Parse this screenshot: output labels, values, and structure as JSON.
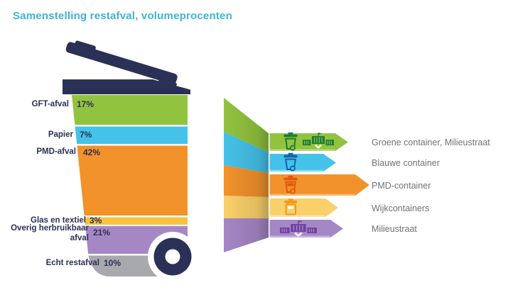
{
  "title": "Samenstelling restafval, volumeprocenten",
  "title_color": "#3cb4d4",
  "bin": {
    "body_color": "#2b3056",
    "segments": [
      {
        "label": "GFT-afval",
        "pct": "17%",
        "color": "#92c33f"
      },
      {
        "label": "Papier",
        "pct": "7%",
        "color": "#45c2ea"
      },
      {
        "label": "PMD-afval",
        "pct": "42%",
        "color": "#f2922b"
      },
      {
        "label": "Glas en textiel",
        "pct": "3%",
        "color": "#fbc23e"
      },
      {
        "label": "Overig herbruikbaar afval",
        "pct": "21%",
        "color": "#a687c6"
      },
      {
        "label": "Echt restafval",
        "pct": "10%",
        "color": "#a8a9ad"
      }
    ]
  },
  "destinations": [
    {
      "label": "Groene container, Milieustraat",
      "color": "#92c33f",
      "icon_color": "#1d7c37",
      "icons": [
        "green-wheelie-bin-icon",
        "milieustraat-icon"
      ]
    },
    {
      "label": "Blauwe container",
      "color": "#45c2ea",
      "icon_color": "#1660a8",
      "icons": [
        "blue-wheelie-bin-icon"
      ]
    },
    {
      "label": "PMD-container",
      "color": "#f2922b",
      "icon_color": "#e3560d",
      "icons": [
        "pmd-wheelie-bin-icon"
      ]
    },
    {
      "label": "Wijkcontainers",
      "color": "#fad06a",
      "icon_color": "#f0991c",
      "icons": [
        "wijkcontainer-icon"
      ]
    },
    {
      "label": "Milieustraat",
      "color": "#a687c6",
      "icon_color": "#7040a0",
      "icons": [
        "milieustraat-icon"
      ]
    }
  ],
  "chart_data": {
    "type": "bar",
    "title": "Samenstelling restafval, volumeprocenten",
    "unit": "volumeprocenten",
    "categories": [
      "GFT-afval",
      "Papier",
      "PMD-afval",
      "Glas en textiel",
      "Overig herbruikbaar afval",
      "Echt restafval"
    ],
    "values": [
      17,
      7,
      42,
      3,
      21,
      10
    ],
    "destination_labels": [
      "Groene container, Milieustraat",
      "Blauwe container",
      "PMD-container",
      "Wijkcontainers",
      "Milieustraat"
    ],
    "legend_position": "right",
    "grid": false
  }
}
